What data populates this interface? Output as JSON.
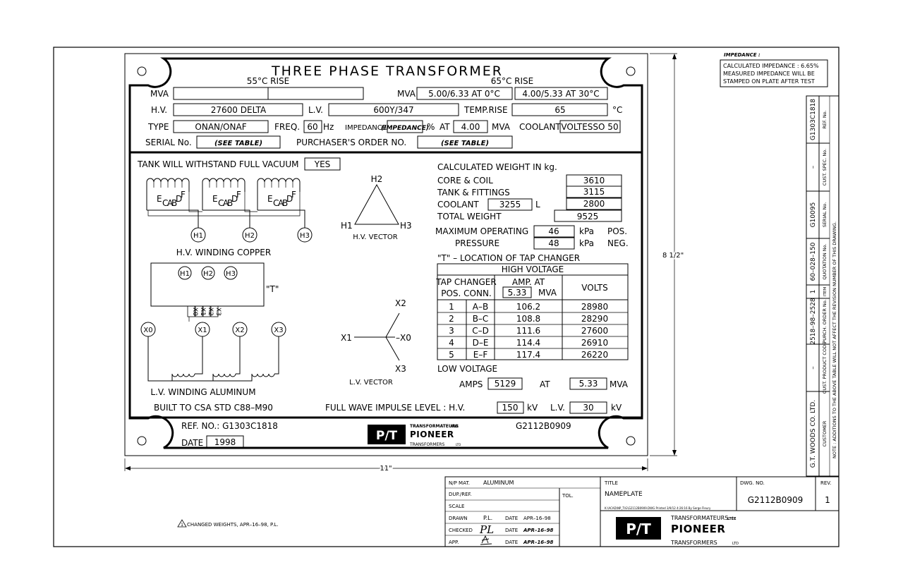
{
  "plate": {
    "title": "THREE PHASE TRANSFORMER",
    "rise55": "55°C RISE",
    "rise65": "65°C RISE",
    "mva_label": "MVA",
    "mva_value_left": "",
    "mva_label_right": "MVA",
    "mva_value_0c": "5.00/6.33 AT 0°C",
    "mva_value_30c": "4.00/5.33 AT 30°C",
    "hv_label": "H.V.",
    "hv_value": "27600 DELTA",
    "lv_label": "L.V.",
    "lv_value": "600Y/347",
    "temprise_label": "TEMP.RISE",
    "temprise_value": "65",
    "temprise_unit": "°C",
    "type_label": "TYPE",
    "type_value": "ONAN/ONAF",
    "freq_label": "FREQ.",
    "freq_value": "60",
    "freq_unit": "Hz",
    "impedance_label": "IMPEDANCE",
    "impedance_value": "(IMPEDANCE)",
    "impedance_unit": "%",
    "at_label": "AT",
    "impedance_mva": "4.00",
    "mva_unit": "MVA",
    "coolant_label": "COOLANT",
    "coolant_value": "VOLTESSO 50",
    "serial_label": "SERIAL No.",
    "serial_value": "(SEE TABLE)",
    "order_label": "PURCHASER'S ORDER NO.",
    "order_value": "(SEE TABLE)",
    "vacuum_label": "TANK WILL WITHSTAND FULL VACUUM",
    "vacuum_value": "YES",
    "hv_winding": "H.V. WINDING COPPER",
    "lv_winding": "L.V. WINDING   ALUMINUM",
    "hv_vector": "H.V. VECTOR",
    "lv_vector": "L.V. VECTOR",
    "t_label": "\"T\"",
    "coil_letters": [
      "E",
      "C",
      "A",
      "B",
      "D",
      "F"
    ],
    "hv_terminals": [
      "H1",
      "H2",
      "H3"
    ],
    "lv_terminals": [
      "X0",
      "X1",
      "X2",
      "X3"
    ],
    "weights_title": "CALCULATED WEIGHT IN kg.",
    "core_label": "CORE & COIL",
    "core_value": "3610",
    "tank_label": "TANK & FITTINGS",
    "tank_value": "3115",
    "coolant_w_label": "COOLANT",
    "coolant_liters": "3255",
    "liters_unit": "L",
    "coolant_w_value": "2800",
    "total_label": "TOTAL WEIGHT",
    "total_value": "9525",
    "max_op_label": "MAXIMUM OPERATING",
    "pressure_label": "PRESSURE",
    "pressure_pos": "46",
    "pressure_neg": "48",
    "kpa": "kPa",
    "pos_label": "POS.",
    "neg_label": "NEG.",
    "tap_location": "\"T\" – LOCATION OF TAP CHANGER",
    "hv_table_title": "HIGH VOLTAGE",
    "tap_changer_label": "TAP CHANGER",
    "pos_conn_label": "POS.  CONN.",
    "amp_at_label": "AMP. AT",
    "amp_mva_value": "5.33",
    "amp_mva_unit": "MVA",
    "volts_label": "VOLTS",
    "tap_rows": [
      {
        "pos": "1",
        "conn": "A–B",
        "amp": "106.2",
        "volts": "28980"
      },
      {
        "pos": "2",
        "conn": "B–C",
        "amp": "108.8",
        "volts": "28290"
      },
      {
        "pos": "3",
        "conn": "C–D",
        "amp": "111.6",
        "volts": "27600"
      },
      {
        "pos": "4",
        "conn": "D–E",
        "amp": "114.4",
        "volts": "26910"
      },
      {
        "pos": "5",
        "conn": "E–F",
        "amp": "117.4",
        "volts": "26220"
      }
    ],
    "lv_title": "LOW VOLTAGE",
    "amps_label": "AMPS",
    "amps_value": "5129",
    "lv_at": "AT",
    "lv_mva_value": "5.33",
    "lv_mva_unit": "MVA",
    "csa": "BUILT TO CSA STD C88–M90",
    "impulse_label": "FULL WAVE IMPULSE LEVEL :  H.V.",
    "impulse_hv": "150",
    "kv": "kV",
    "impulse_lv_label": "L.V.",
    "impulse_lv": "30",
    "ref_label": "REF. NO.: G1303C1818",
    "drawing_no": "G2112B0909",
    "date_label": "DATE",
    "date_value": "1998",
    "logo_fr": "TRANSFORMATEURS",
    "logo_ltee": "LTÉE",
    "logo_name": "PIONEER",
    "logo_en": "TRANSFORMERS",
    "logo_ltd": "LTD",
    "logo_mark": "P/T"
  },
  "impedance_note": {
    "header": "IMPEDANCE :",
    "line1": "CALCULATED IMPEDANCE : 6.65%",
    "line2": "MEASURED IMPEDANCE WILL BE",
    "line3": "STAMPED ON PLATE AFTER TEST"
  },
  "dims": {
    "height": "8 1/2\"",
    "width": "11\""
  },
  "side_table": {
    "values": [
      "G1303C1818",
      "–",
      "G10095",
      "60–028–150",
      "1",
      "2518–98–2528",
      "–",
      "G.T. WOODS CO. LTD."
    ],
    "labels": [
      "REF. No.",
      "CUST. SPEC. No.",
      "SERIAL No.",
      "QUOTATION No.",
      "ITEM",
      "PURCH. ORDER No.",
      "CUST. PRODUCT CODE",
      "CUSTOMER"
    ],
    "note": "NOTE : ADDITIONS TO THE ABOVE TABLE WILL NOT AFFECT THE REVISION NUMBER OF THIS DRAWING."
  },
  "title_block": {
    "np_mat_label": "N/P MAT.",
    "np_mat_value": "ALUMINUM",
    "dup_ref_label": "DUP./REF.",
    "tol_label": "TOL.",
    "scale_label": "SCALE",
    "drawn_label": "DRAWN",
    "drawn_by": "P.L.",
    "drawn_date_label": "DATE",
    "drawn_date": "APR–16–98",
    "checked_label": "CHECKED",
    "checked_by": "PL",
    "checked_date_label": "DATE",
    "checked_date": "APR–16–98",
    "app_label": "APP.",
    "app_date_label": "DATE",
    "app_date": "APR–16–98",
    "title_label": "TITLE",
    "title_value": "NAMEPLATE",
    "path": "K:\\ACAD\\NP_T\\G\\G2112B0909.DWG  Printed 3/9/12 4:26:16 By Serge Fleury",
    "dwg_no_label": "DWG. NO.",
    "dwg_no_value": "G2112B0909",
    "rev_label": "REV.",
    "rev_value": "1",
    "revision_note": "CHANGED WEIGHTS, APR–16–98, P.L.",
    "revision_mark": "1"
  }
}
